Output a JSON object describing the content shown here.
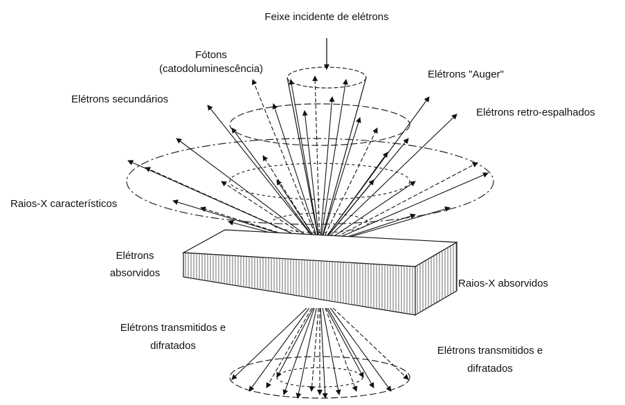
{
  "labels": {
    "incident_beam": "Feixe incidente de elétrons",
    "photons_line1": "Fótons",
    "photons_line2": "(catodoluminescência)",
    "auger": "Elétrons \"Auger\"",
    "secondary": "Elétrons secundários",
    "backscattered": "Elétrons retro-espalhados",
    "characteristic_xray": "Raios-X característicos",
    "absorbed_electrons_line1": "Elétrons",
    "absorbed_electrons_line2": "absorvidos",
    "absorbed_xray": "Raios-X absorvidos",
    "transmitted_left_line1": "Elétrons transmitidos e",
    "transmitted_left_line2": "difratados",
    "transmitted_right_line1": "Elétrons transmitidos e",
    "transmitted_right_line2": "difratados"
  },
  "colors": {
    "ink": "#111111",
    "background": "#ffffff"
  }
}
